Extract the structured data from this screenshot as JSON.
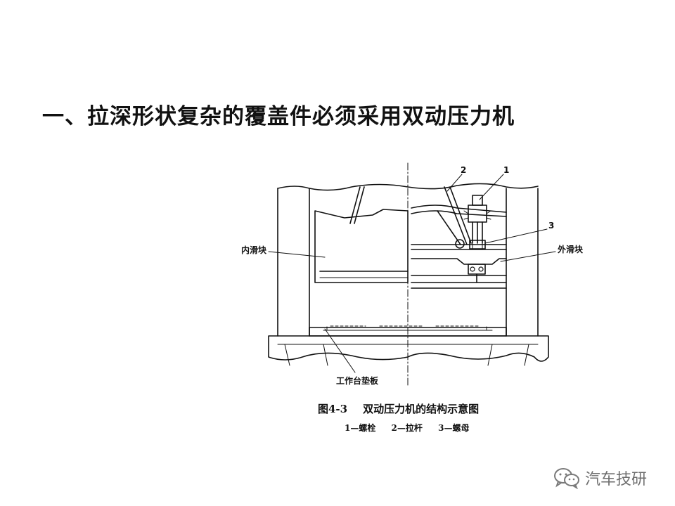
{
  "title": "一、拉深形状复杂的覆盖件必须采用双动压力机",
  "diagram": {
    "labels": {
      "inner_slide": "内滑块",
      "outer_slide": "外滑块",
      "bolster": "工作台垫板"
    },
    "callouts": [
      "1",
      "2",
      "3"
    ]
  },
  "caption": {
    "figure_number": "图4-3",
    "figure_title": "双动压力机的结构示意图"
  },
  "legend": [
    "1—螺栓",
    "2—拉杆",
    "3—螺母"
  ],
  "watermark": {
    "text": "汽车技研",
    "icon": "wechat-icon"
  }
}
